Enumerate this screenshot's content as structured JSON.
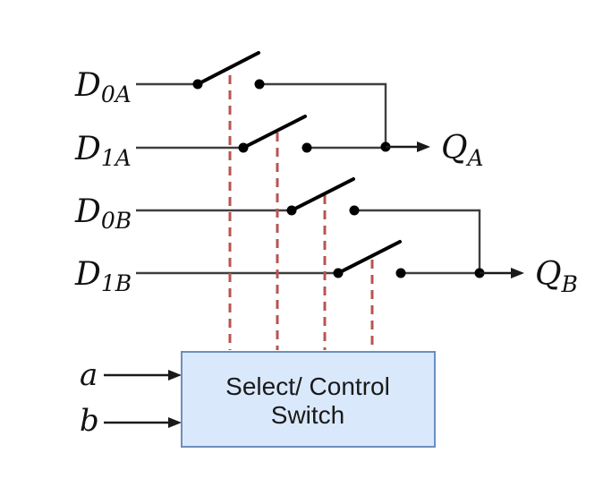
{
  "diagram": {
    "title": "multiplexer-switch-diagram",
    "inputs": [
      {
        "main": "D",
        "sub": "0A"
      },
      {
        "main": "D",
        "sub": "1A"
      },
      {
        "main": "D",
        "sub": "0B"
      },
      {
        "main": "D",
        "sub": "1B"
      }
    ],
    "outputs": [
      {
        "main": "Q",
        "sub": "A"
      },
      {
        "main": "Q",
        "sub": "B"
      }
    ],
    "select_inputs": [
      {
        "label": "a"
      },
      {
        "label": "b"
      }
    ],
    "control_box": {
      "line1": "Select/ Control",
      "line2": "Switch"
    }
  },
  "colors": {
    "background": "#ffffff",
    "wire": "#3f3f3f",
    "switch_ink": "#000000",
    "arrow_ink": "#1a1a1a",
    "dashed_control": "#b85450",
    "box_fill": "#dae8fc",
    "box_stroke": "#6c8ebf",
    "box_text": "#1a1a1a",
    "label_ink": "#111111"
  }
}
